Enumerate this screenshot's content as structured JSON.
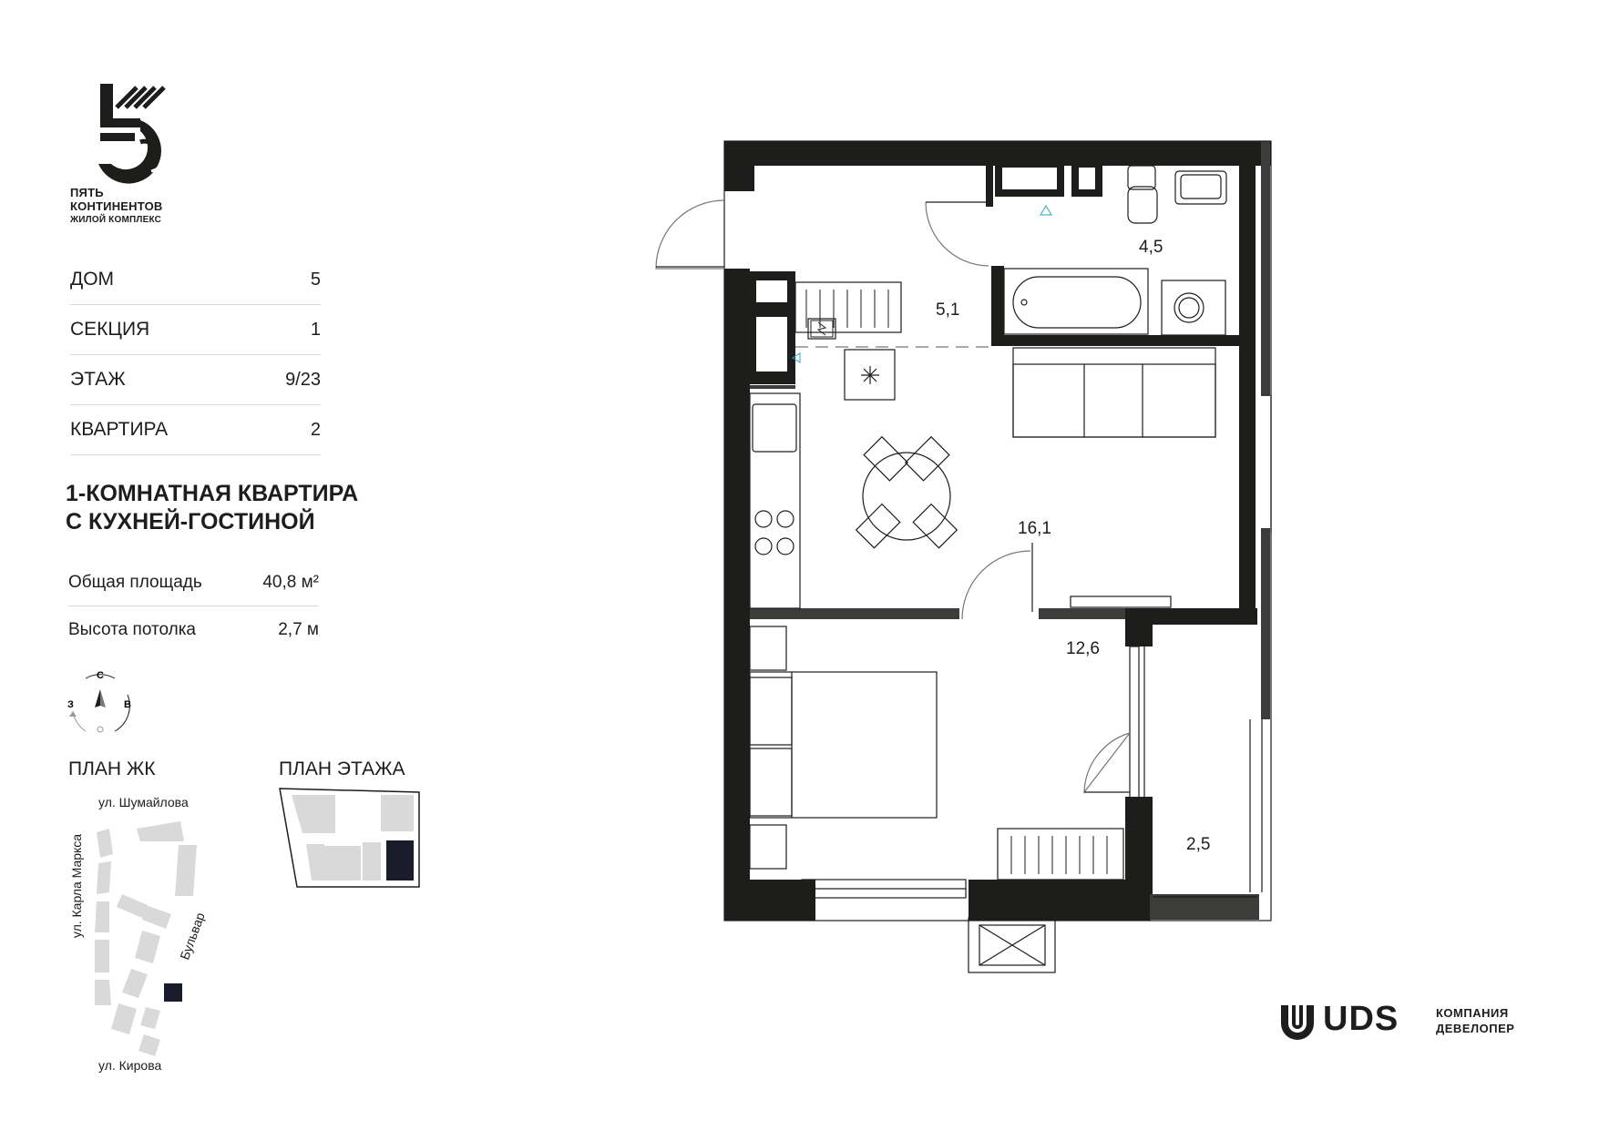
{
  "logo": {
    "line1": "ПЯТЬ",
    "line2": "КОНТИНЕНТОВ",
    "line3": "ЖИЛОЙ КОМПЛЕКС"
  },
  "info": [
    {
      "label": "ДОМ",
      "value": "5"
    },
    {
      "label": "СЕКЦИЯ",
      "value": "1"
    },
    {
      "label": "ЭТАЖ",
      "value": "9/23"
    },
    {
      "label": "КВАРТИРА",
      "value": "2"
    }
  ],
  "apartment": {
    "title_line1": "1-КОМНАТНАЯ КВАРТИРА",
    "title_line2": "С КУХНЕЙ-ГОСТИНОЙ",
    "total_area_label": "Общая площадь",
    "total_area_value": "40,8 м²",
    "ceiling_label": "Высота потолка",
    "ceiling_value": "2,7 м"
  },
  "compass": {
    "north": "С",
    "west": "З",
    "east": "В"
  },
  "site_plan": {
    "title": "ПЛАН ЖК",
    "street_top": "ул. Шумайлова",
    "street_left": "ул. Карла Маркса",
    "street_right": "Бульвар",
    "street_bottom": "ул. Кирова"
  },
  "floor_plan_mini": {
    "title": "ПЛАН ЭТАЖА"
  },
  "room_areas": {
    "bathroom": "4,5",
    "hall": "5,1",
    "kitchen_living": "16,1",
    "bedroom": "12,6",
    "balcony": "2,5"
  },
  "developer": {
    "name": "UDS",
    "sub1": "КОМПАНИЯ",
    "sub2": "ДЕВЕЛОПЕР"
  },
  "colors": {
    "wall": "#1d1d1b",
    "wall_alt": "#3c3c3b",
    "muted": "#d9d9d9",
    "accent": "#1b1c2b"
  }
}
